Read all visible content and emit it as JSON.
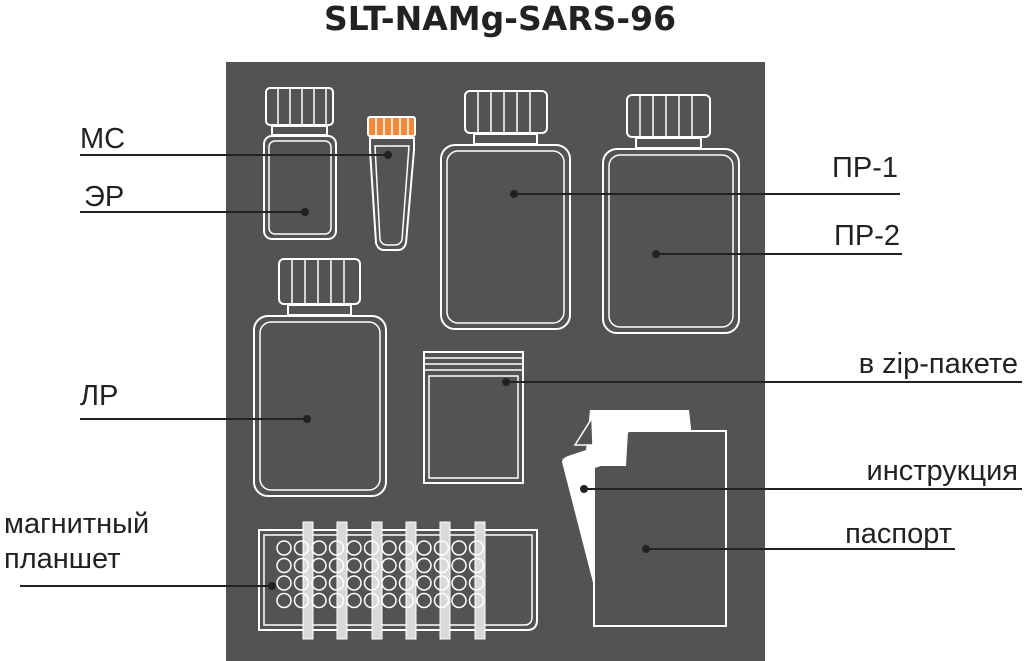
{
  "title": "SLT-NAMg-SARS-96",
  "labels": {
    "mc": "МС",
    "er": "ЭР",
    "pr1": "ПР-1",
    "pr2": "ПР-2",
    "lr": "ЛР",
    "zip": "в zip-пакете",
    "instr": "инструкция",
    "passport": "паспорт",
    "plate_line1": "магнитный",
    "plate_line2": "планшет"
  },
  "colors": {
    "panel": "#535353",
    "outline": "#ffffff",
    "text": "#222222",
    "cap_accent": "#f08a3a"
  }
}
